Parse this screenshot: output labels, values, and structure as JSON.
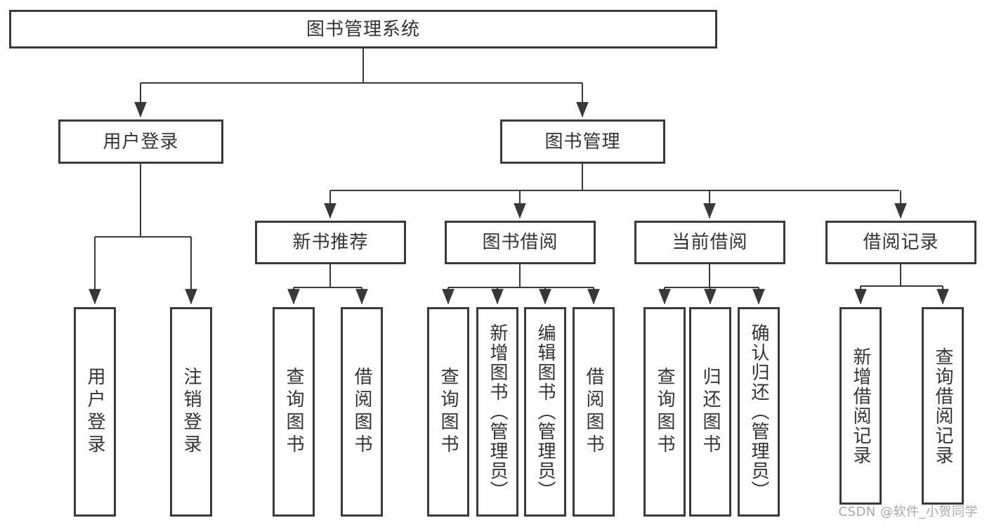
{
  "diagram": {
    "root": "图书管理系统",
    "branches": [
      {
        "label": "用户登录",
        "children": [
          "用户登录",
          "注销登录"
        ]
      },
      {
        "label": "图书管理",
        "groups": [
          {
            "label": "新书推荐",
            "children": [
              "查询图书",
              "借阅图书"
            ]
          },
          {
            "label": "图书借阅",
            "children": [
              "查询图书",
              "新增图书（管理员）",
              "编辑图书（管理员）",
              "借阅图书"
            ]
          },
          {
            "label": "当前借阅",
            "children": [
              "查询图书",
              "归还图书",
              "确认归还（管理员）"
            ]
          },
          {
            "label": "借阅记录",
            "children": [
              "新增借阅记录",
              "查询借阅记录"
            ]
          }
        ]
      }
    ]
  },
  "watermark": "CSDN @软件_小贺同学",
  "colors": {
    "background": "#ffffff",
    "line": "#383838",
    "box_border": "#3a3a3a",
    "text": "#333333",
    "watermark": "#a7a7ab"
  }
}
